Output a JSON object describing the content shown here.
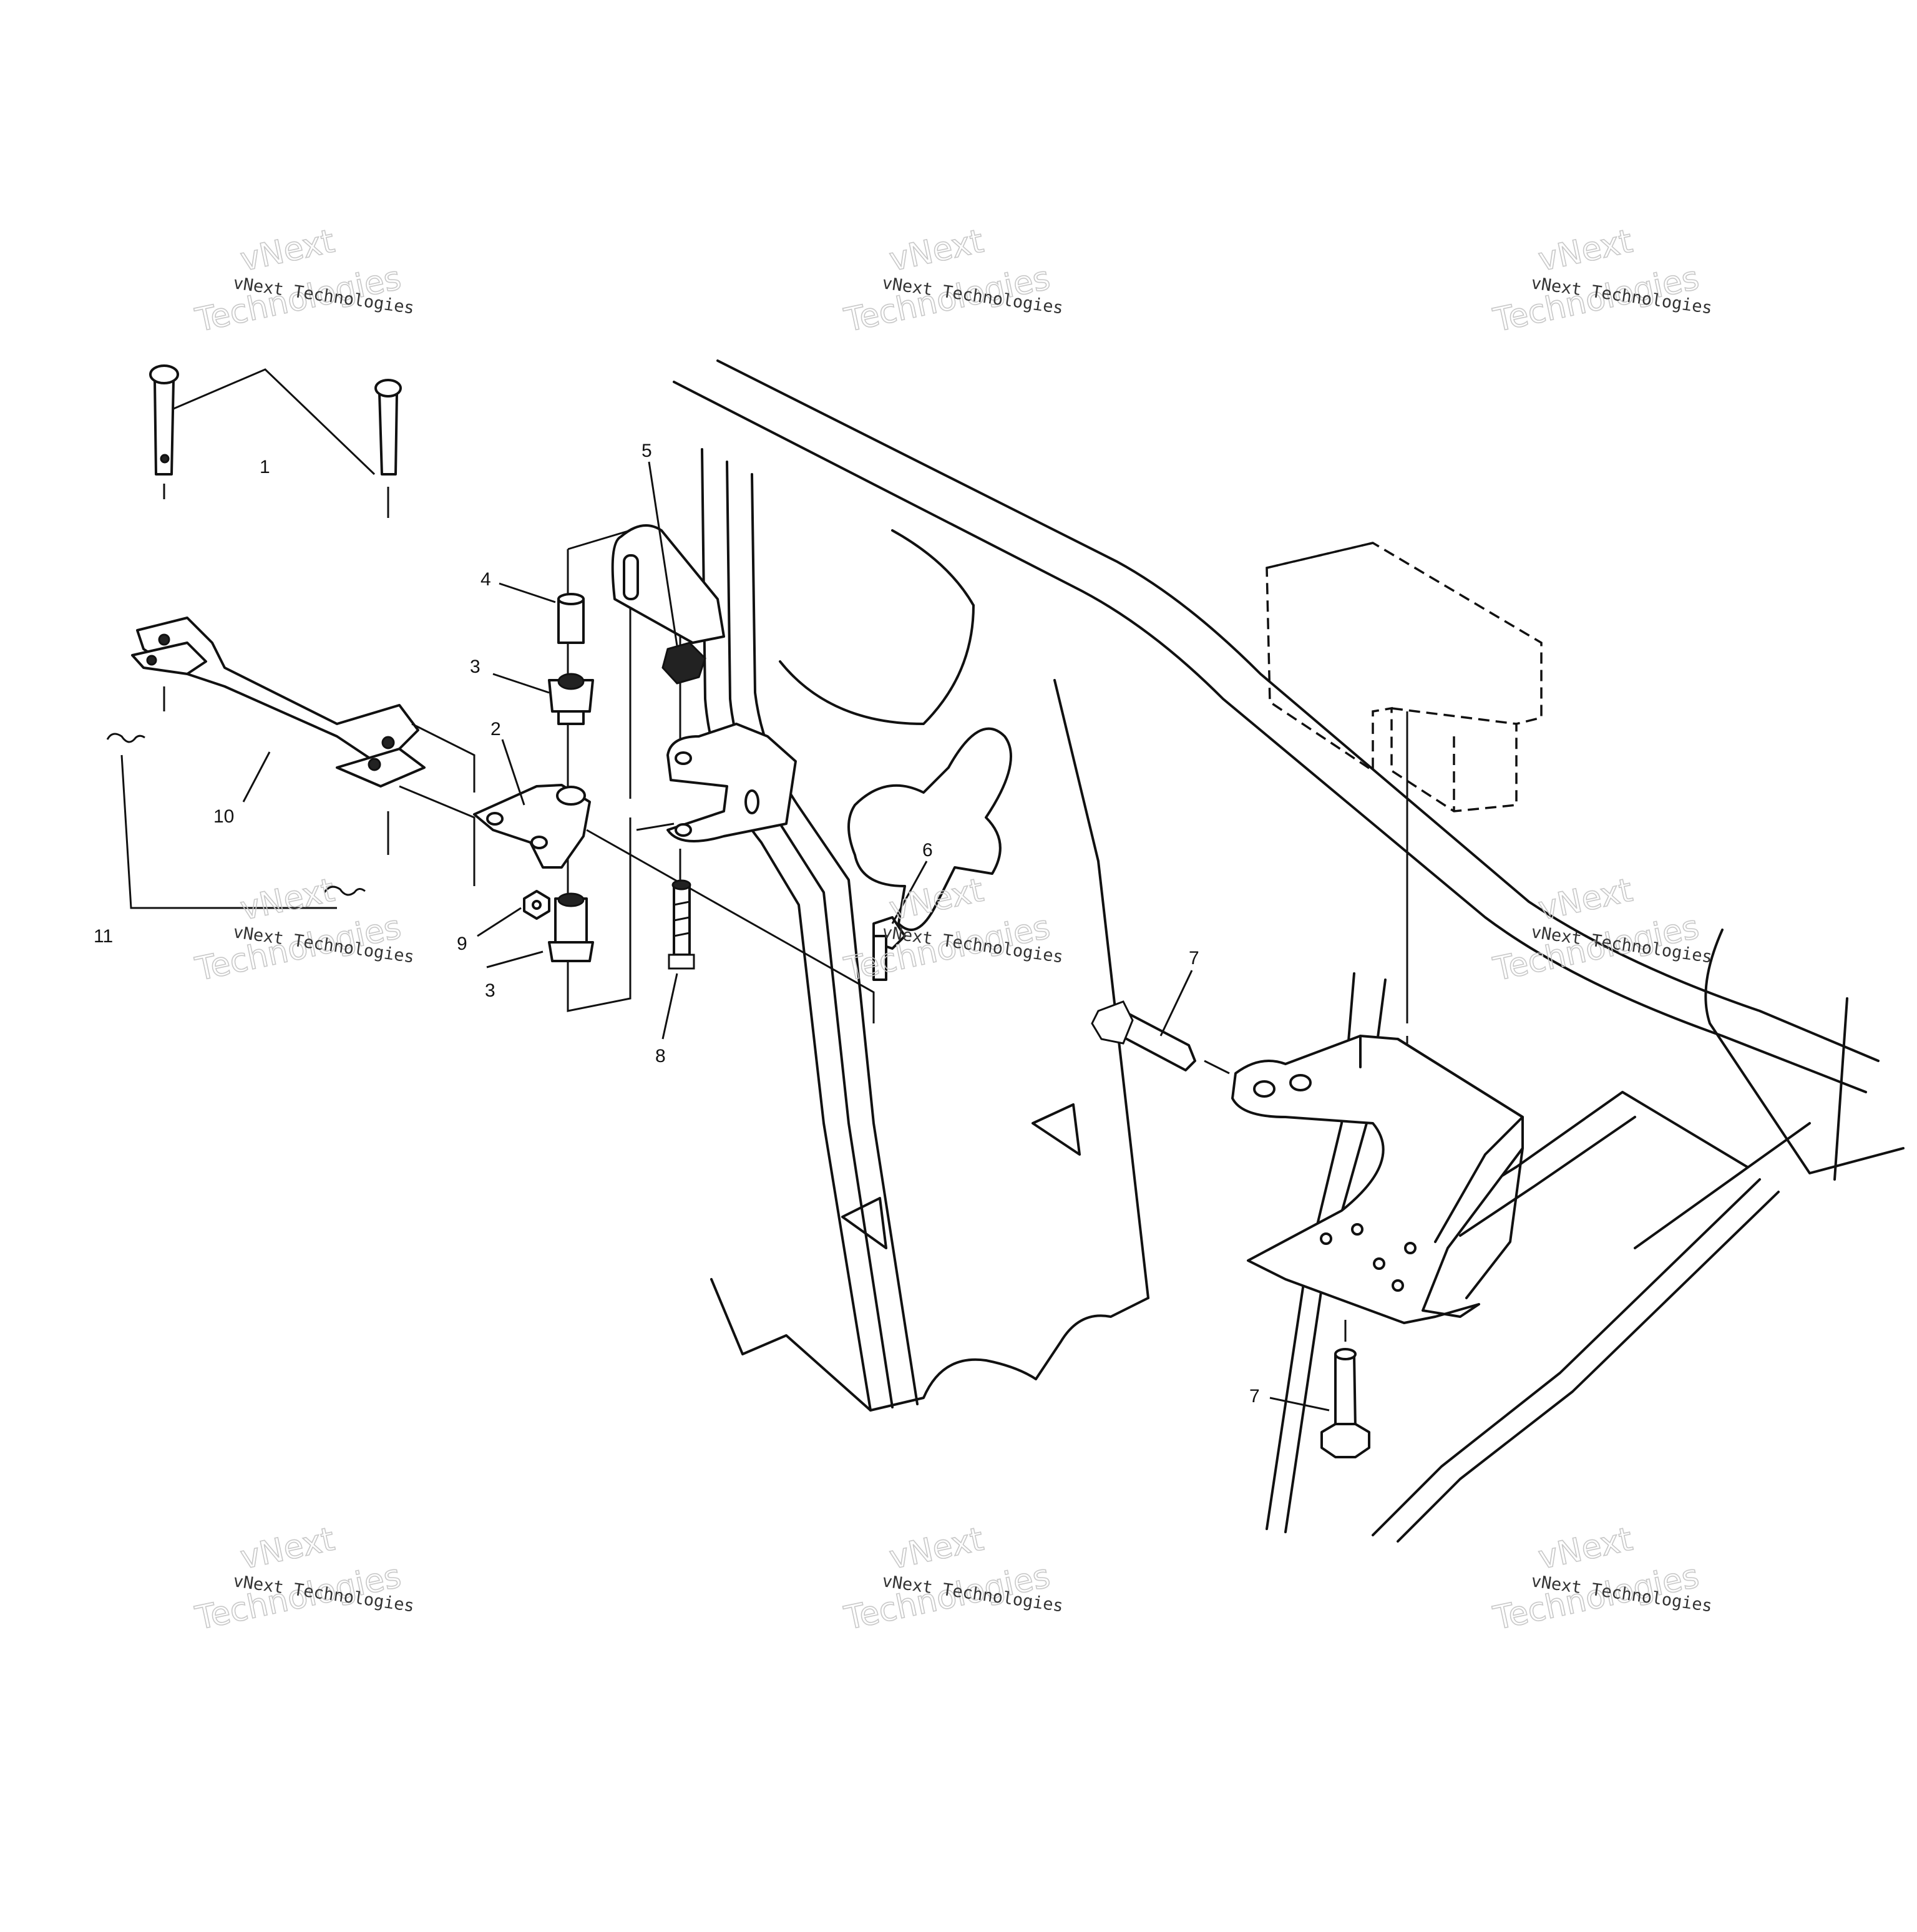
{
  "callouts": [
    "1",
    "2",
    "3",
    "3",
    "4",
    "5",
    "6",
    "7",
    "7",
    "8",
    "9",
    "10",
    "11"
  ],
  "watermark": {
    "line1": "vNext",
    "line2": "Technologies",
    "small": "vNext Technologies"
  },
  "colors": {
    "line": "#111111",
    "background": "#ffffff",
    "watermark": "#c8c8c8"
  }
}
